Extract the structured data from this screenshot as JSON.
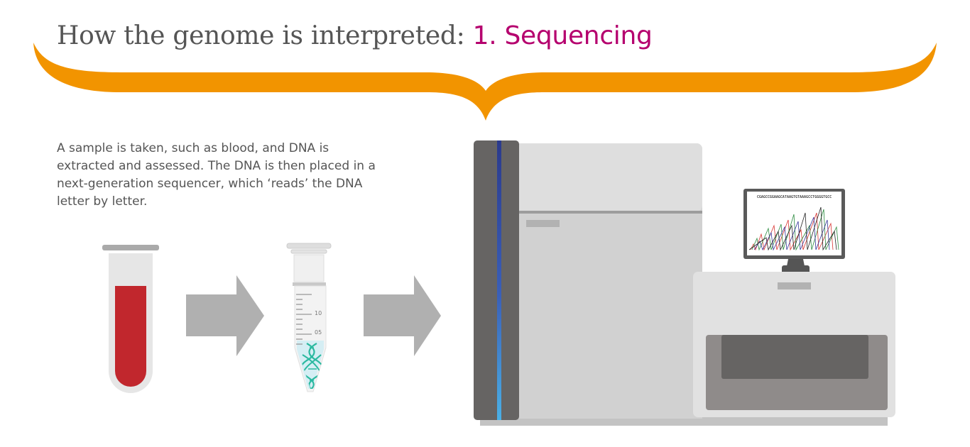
{
  "title": {
    "main": "How the genome is interpreted: ",
    "accent": "1. Sequencing"
  },
  "description": "A sample is taken, such as blood, and DNA is extracted and assessed. The DNA is then placed in a next-generation sequencer, which ‘reads’ the DNA letter by letter.",
  "tube_labels": {
    "mark_10": "10",
    "mark_05": "05"
  },
  "monitor_sequence": "CGAGCCGGAAGCATAAGTGTAAAGCCTGGGGTGCC",
  "colors": {
    "brace": "#f29400",
    "accent": "#b5006e",
    "blood": "#c1272d",
    "dna": "#2bb9a0",
    "arrow": "#b0b0b0",
    "machine_body": "#d3d3d3",
    "machine_dark": "#666463"
  }
}
